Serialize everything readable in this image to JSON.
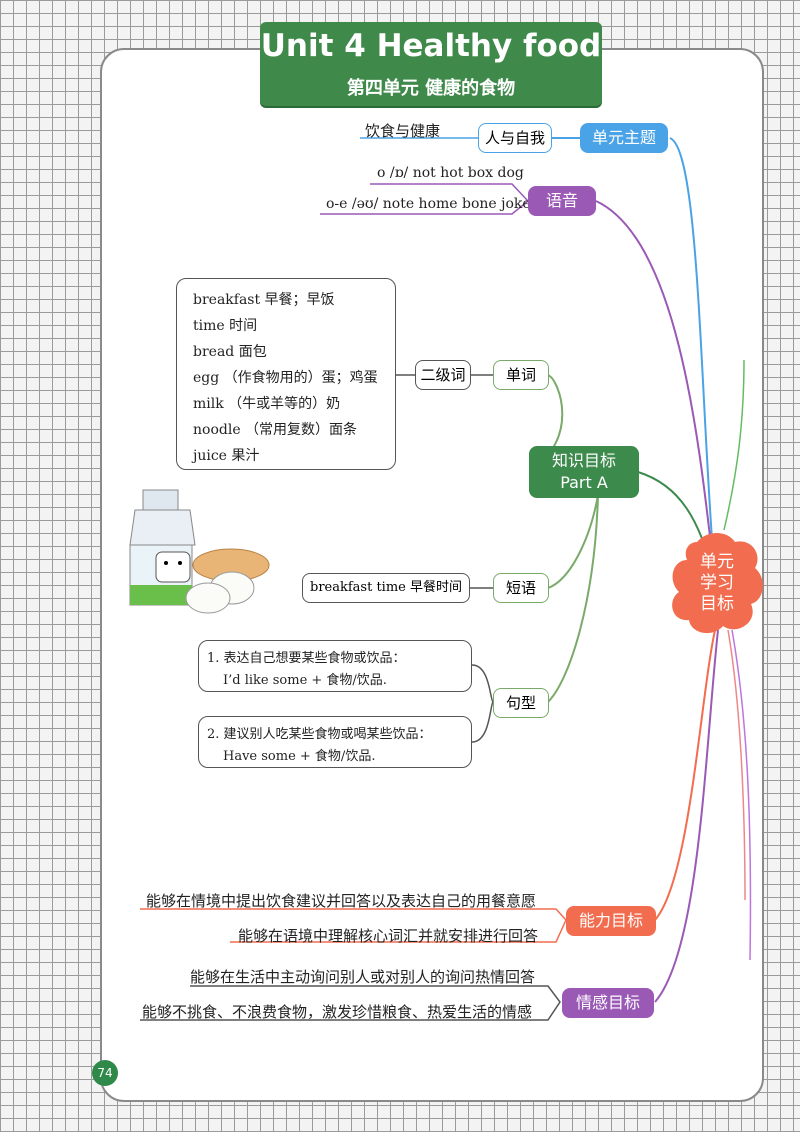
{
  "title": {
    "en": "Unit 4   Healthy food",
    "zh": "第四单元   健康的食物"
  },
  "center": {
    "label": "单元\n学习\n目标",
    "line1": "单元",
    "line2": "学习",
    "line3": "目标"
  },
  "theme": {
    "label": "单元主题",
    "sub": "人与自我",
    "detail": "饮食与健康"
  },
  "phonics": {
    "label": "语音",
    "items": [
      "o /ɒ/ not hot box dog",
      "o-e /əʊ/ note home bone joke"
    ]
  },
  "knowledge": {
    "label": "知识目标",
    "part": "Part A",
    "words": {
      "label": "单词",
      "level": "二级词",
      "list": [
        "breakfast 早餐；早饭",
        "time 时间",
        "bread 面包",
        "egg （作食物用的）蛋；鸡蛋",
        "milk （牛或羊等的）奶",
        "noodle （常用复数）面条",
        "juice 果汁"
      ]
    },
    "phrases": {
      "label": "短语",
      "item": "breakfast time 早餐时间"
    },
    "sentences": {
      "label": "句型",
      "s1_head": "1. 表达自己想要某些食物或饮品：",
      "s1_body": "I’d like some + 食物/饮品.",
      "s2_head": "2. 建议别人吃某些食物或喝某些饮品：",
      "s2_body": "Have some + 食物/饮品."
    }
  },
  "ability": {
    "label": "能力目标",
    "items": [
      "能够在情境中提出饮食建议并回答以及表达自己的用餐意愿",
      "能够在语境中理解核心词汇并就安排进行回答"
    ]
  },
  "emotion": {
    "label": "情感目标",
    "items": [
      "能够在生活中主动询问别人或对别人的询问热情回答",
      "能够不挑食、不浪费食物，激发珍惜粮食、热爱生活的情感"
    ]
  },
  "page_number": "74",
  "colors": {
    "theme": "#4aa3e6",
    "phonics": "#9b59b6",
    "knowledge": "#3d8a4d",
    "ability": "#f26d4f",
    "emotion": "#9b59b6",
    "center": "#f26d4f",
    "banner": "#3f8a4a"
  }
}
